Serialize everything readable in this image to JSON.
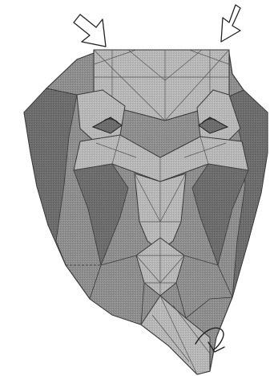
{
  "diagram": {
    "arrows": [
      {
        "id": "arrow-top-left",
        "direction": "down-right"
      },
      {
        "id": "arrow-top-right",
        "direction": "down-left"
      },
      {
        "id": "arrow-bottom",
        "direction": "rotate-curve"
      }
    ],
    "colors": {
      "paper_dark": "#6f6f6f",
      "paper_mid": "#8f8f8f",
      "paper_light": "#b4b4b4",
      "paper_lighter": "#c9c9c9",
      "line": "#3a3a3a",
      "crease": "#555555",
      "ink": "#222222",
      "background": "#ffffff"
    }
  }
}
